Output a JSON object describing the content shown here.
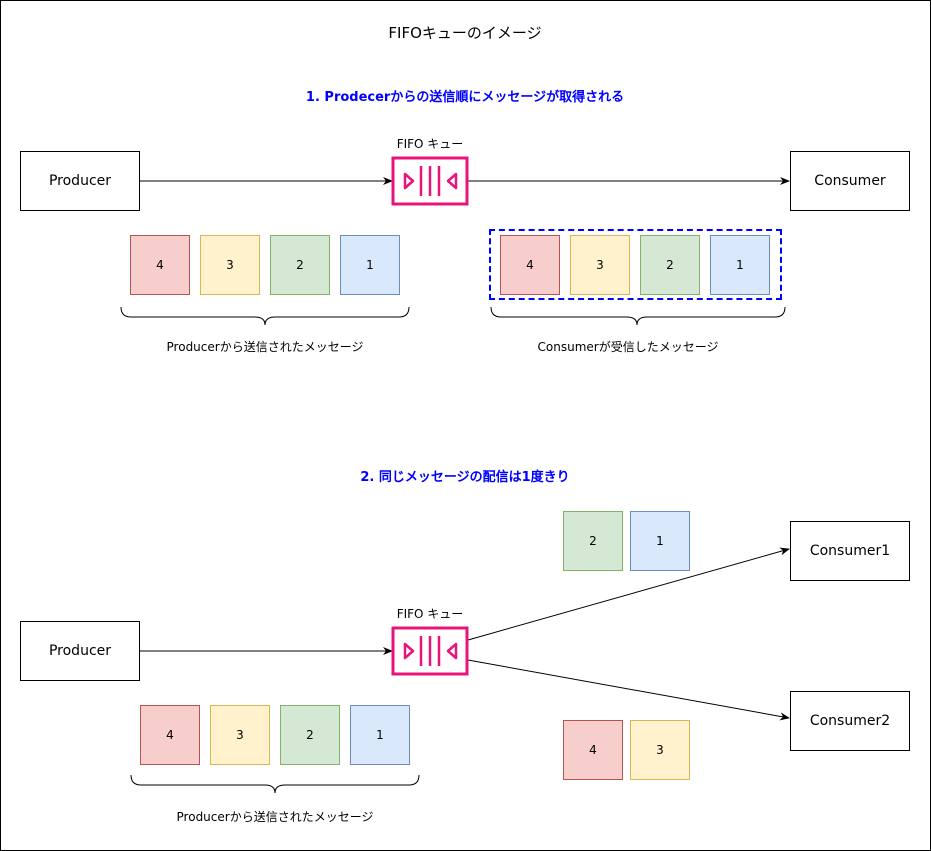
{
  "title": "FIFOキューのイメージ",
  "section1": {
    "heading": "1. Prodecerからの送信順にメッセージが取得される",
    "producer": "Producer",
    "consumer": "Consumer",
    "queue_label": "FIFO キュー",
    "producer_messages": [
      "4",
      "3",
      "2",
      "1"
    ],
    "consumer_messages": [
      "4",
      "3",
      "2",
      "1"
    ],
    "producer_caption": "Producerから送信されたメッセージ",
    "consumer_caption": "Consumerが受信したメッセージ"
  },
  "section2": {
    "heading": "2. 同じメッセージの配信は1度きり",
    "producer": "Producer",
    "consumer1": "Consumer1",
    "consumer2": "Consumer2",
    "queue_label": "FIFO キュー",
    "producer_messages": [
      "4",
      "3",
      "2",
      "1"
    ],
    "consumer1_messages": [
      "2",
      "1"
    ],
    "consumer2_messages": [
      "4",
      "3"
    ],
    "producer_caption": "Producerから送信されたメッセージ"
  },
  "colors": {
    "queue": "#e7157b",
    "heading": "#0000ff",
    "msg_4": "#f8cecc",
    "msg_3": "#fff2cc",
    "msg_2": "#d5e8d4",
    "msg_1": "#dae8fc"
  },
  "icons": {
    "queue": "sqs-queue-icon"
  }
}
